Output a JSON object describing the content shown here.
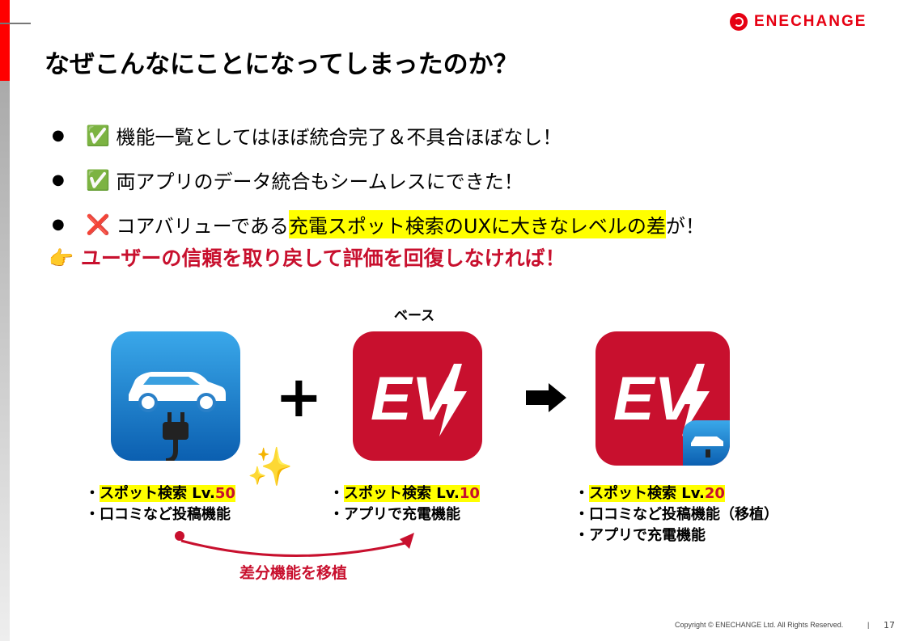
{
  "logo": "ENECHANGE",
  "title": "なぜこんなにことになってしまったのか？",
  "bullets": [
    {
      "icon": "✅",
      "text": "機能一覧としてはほぼ統合完了＆不具合ほぼなし！"
    },
    {
      "icon": "✅",
      "text": "両アプリのデータ統合もシームレスにできた！"
    },
    {
      "icon": "❌",
      "pre": "コアバリューである",
      "highlight": "充電スポット検索のUXに大きなレベルの差",
      "post": "が！"
    }
  ],
  "callout": {
    "icon": "👉",
    "text": "ユーザーの信頼を取り戻して評価を回復しなければ！"
  },
  "base_label": "ベース",
  "ev_text": "EV",
  "sparkle": "✨",
  "apps": [
    {
      "search_label": "スポット検索 Lv.",
      "level": "50",
      "features": [
        "口コミなど投稿機能"
      ]
    },
    {
      "search_label": "スポット検索 Lv.",
      "level": "10",
      "features": [
        "アプリで充電機能"
      ]
    },
    {
      "search_label": "スポット検索 Lv.",
      "level": "20",
      "features": [
        "口コミなど投稿機能（移植）",
        "アプリで充電機能"
      ]
    }
  ],
  "migrate_label": "差分機能を移植",
  "footer": {
    "copyright": "Copyright © ENECHANGE Ltd.  All Rights Reserved.",
    "sep": "|",
    "page": "17"
  }
}
